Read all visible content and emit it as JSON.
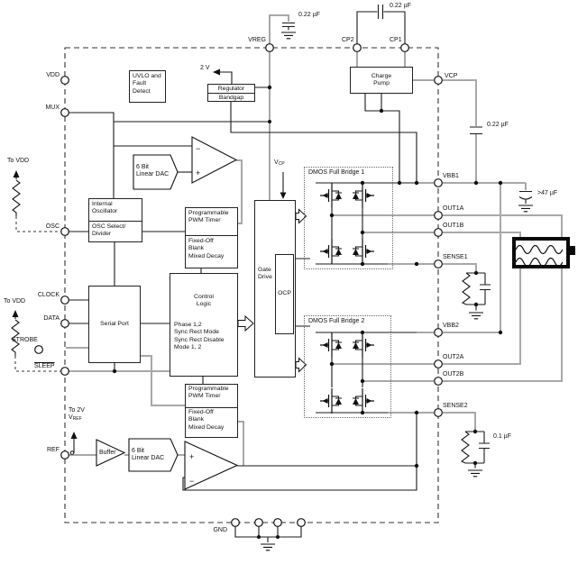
{
  "colors": {
    "background": "#ffffff",
    "line_black": "#1a1a1a",
    "wire_gray": "#a8a8a8"
  },
  "pins": {
    "left": [
      "VDD",
      "MUX",
      "OSC",
      "CLOCK",
      "DATA",
      "STROBE",
      "SLEEP",
      "REF"
    ],
    "top": [
      "VREG",
      "CP2",
      "CP1"
    ],
    "right": [
      "VCP",
      "VBB1",
      "OUT1A",
      "OUT1B",
      "SENSE1",
      "VBB2",
      "OUT2A",
      "OUT2B",
      "SENSE2"
    ],
    "bottom": [
      "GND"
    ]
  },
  "blocks": {
    "uvlo": [
      "UVLO and",
      "Fault",
      "Detect"
    ],
    "regulator": "Regulator",
    "bandgap": "Bandgap",
    "charge_pump": [
      "Charge",
      "Pump"
    ],
    "osc_top": [
      "Internal",
      "Oscillator"
    ],
    "osc_bottom": [
      "OSC Select/",
      "Divider"
    ],
    "dac": [
      "6 Bit",
      "Linear DAC"
    ],
    "pwm_head": [
      "Programmable",
      "PWM Timer"
    ],
    "pwm_body": [
      "Fixed-Off",
      "Blank",
      "Mixed Decay"
    ],
    "serial_port": "Serial Port",
    "control_title": [
      "Control",
      "Logic"
    ],
    "control_items": [
      "Phase 1,2",
      "Sync Rect Mode",
      "Sync Rect Disable",
      "Mode 1, 2"
    ],
    "gate_drive": [
      "Gate",
      "Drive"
    ],
    "ocp": "OCP",
    "buffer": "Buffer",
    "bridge1": "DMOS Full Bridge 1",
    "bridge2": "DMOS Full Bridge 2"
  },
  "annotations": {
    "reg_out": "2 V",
    "vcp_main": "V",
    "vcp_sub": "CP",
    "to_vdd": "To VDD",
    "to_2v_line1": "To 2V",
    "vref_main": "V",
    "vref_sub": "REF",
    "cap_vreg": "0.22 µF",
    "cap_cp": "0.22 µF",
    "cap_vcp": "0.22 µF",
    "cap_vbb": ">47 µF",
    "cap_sense2": "0.1 µF",
    "opamp_plus": "+",
    "opamp_minus": "−"
  }
}
